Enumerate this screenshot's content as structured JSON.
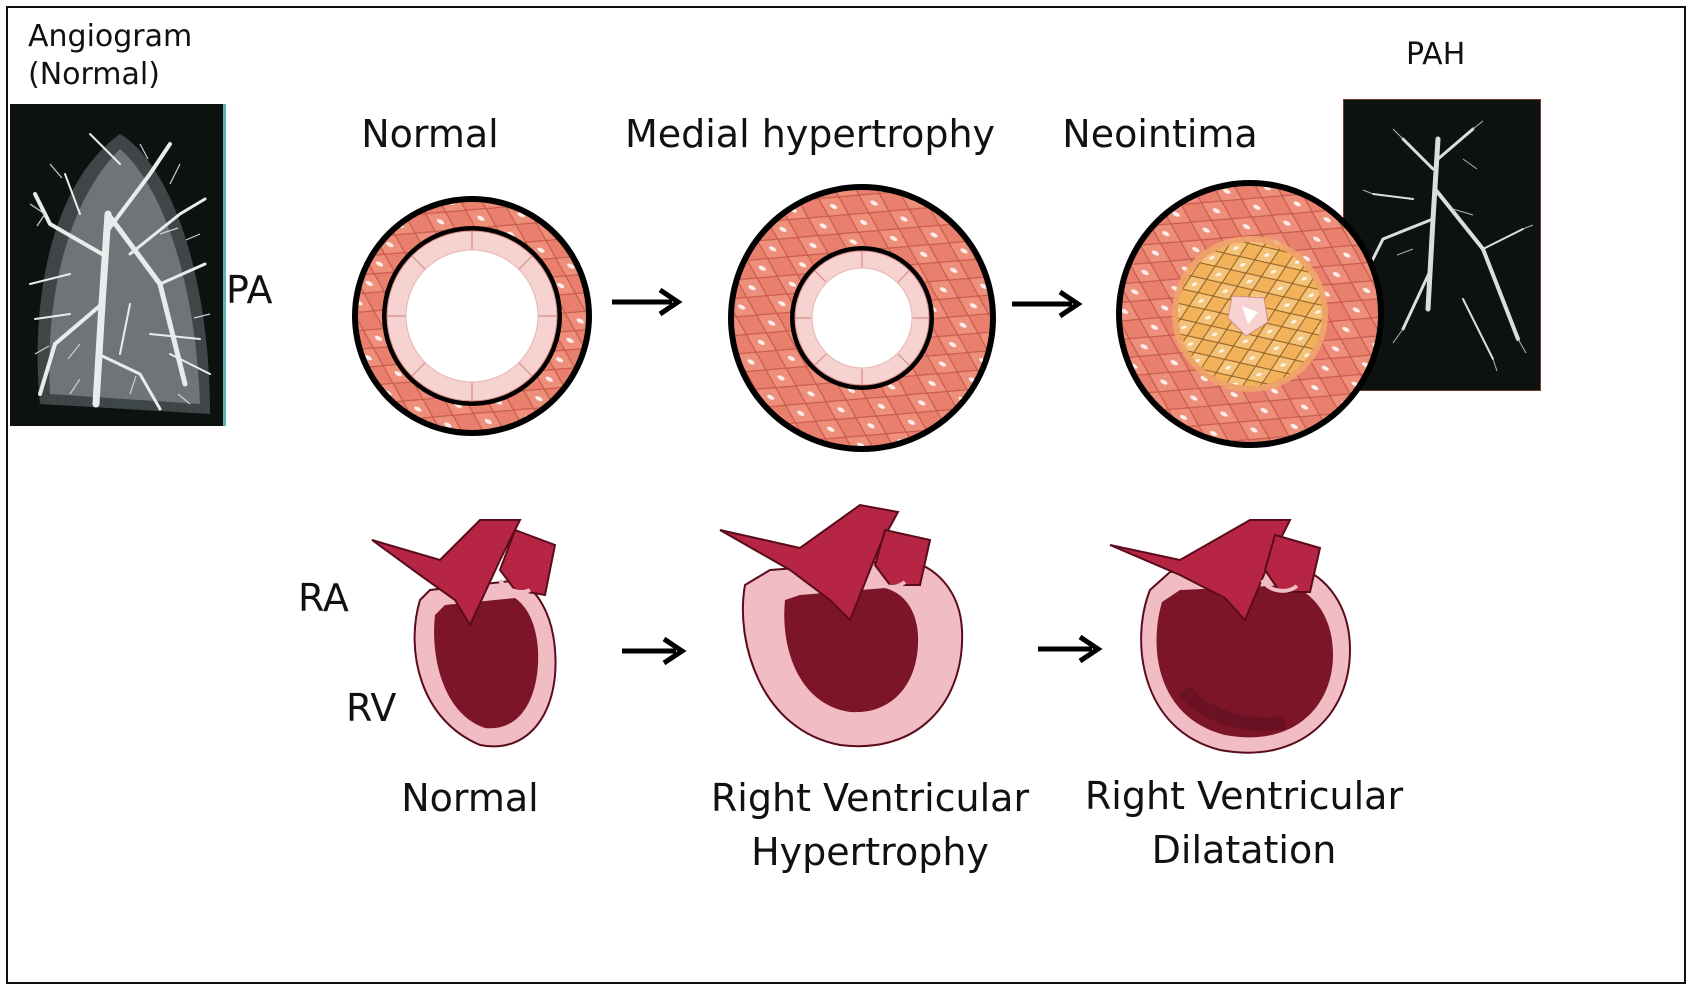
{
  "angiogram": {
    "normal_title_line1": "Angiogram",
    "normal_title_line2": "(Normal)",
    "pah_title": "PAH"
  },
  "vessels": {
    "side_label": "PA",
    "stages": [
      "Normal",
      "Medial hypertrophy",
      "Neointima"
    ]
  },
  "hearts": {
    "ra_label": "RA",
    "rv_label": "RV",
    "captions": [
      {
        "line1": "Normal",
        "line2": ""
      },
      {
        "line1": "Right Ventricular",
        "line2": "Hypertrophy"
      },
      {
        "line1": "Right Ventricular",
        "line2": "Dilatation"
      }
    ]
  },
  "colors": {
    "media_cell": "#e9806e",
    "media_cell_edge": "#c95a4b",
    "endothelium": "#f6d3d0",
    "neointima": "#f2b25a",
    "myocardium_light": "#f2bcc4",
    "cavity_dark": "#7d1529",
    "atrium": "#b62544",
    "angiogram_bg": "#0d1211",
    "outline": "#000000"
  },
  "icons": [
    "right-arrow-icon",
    "right-arrow-icon",
    "right-arrow-icon",
    "right-arrow-icon"
  ]
}
